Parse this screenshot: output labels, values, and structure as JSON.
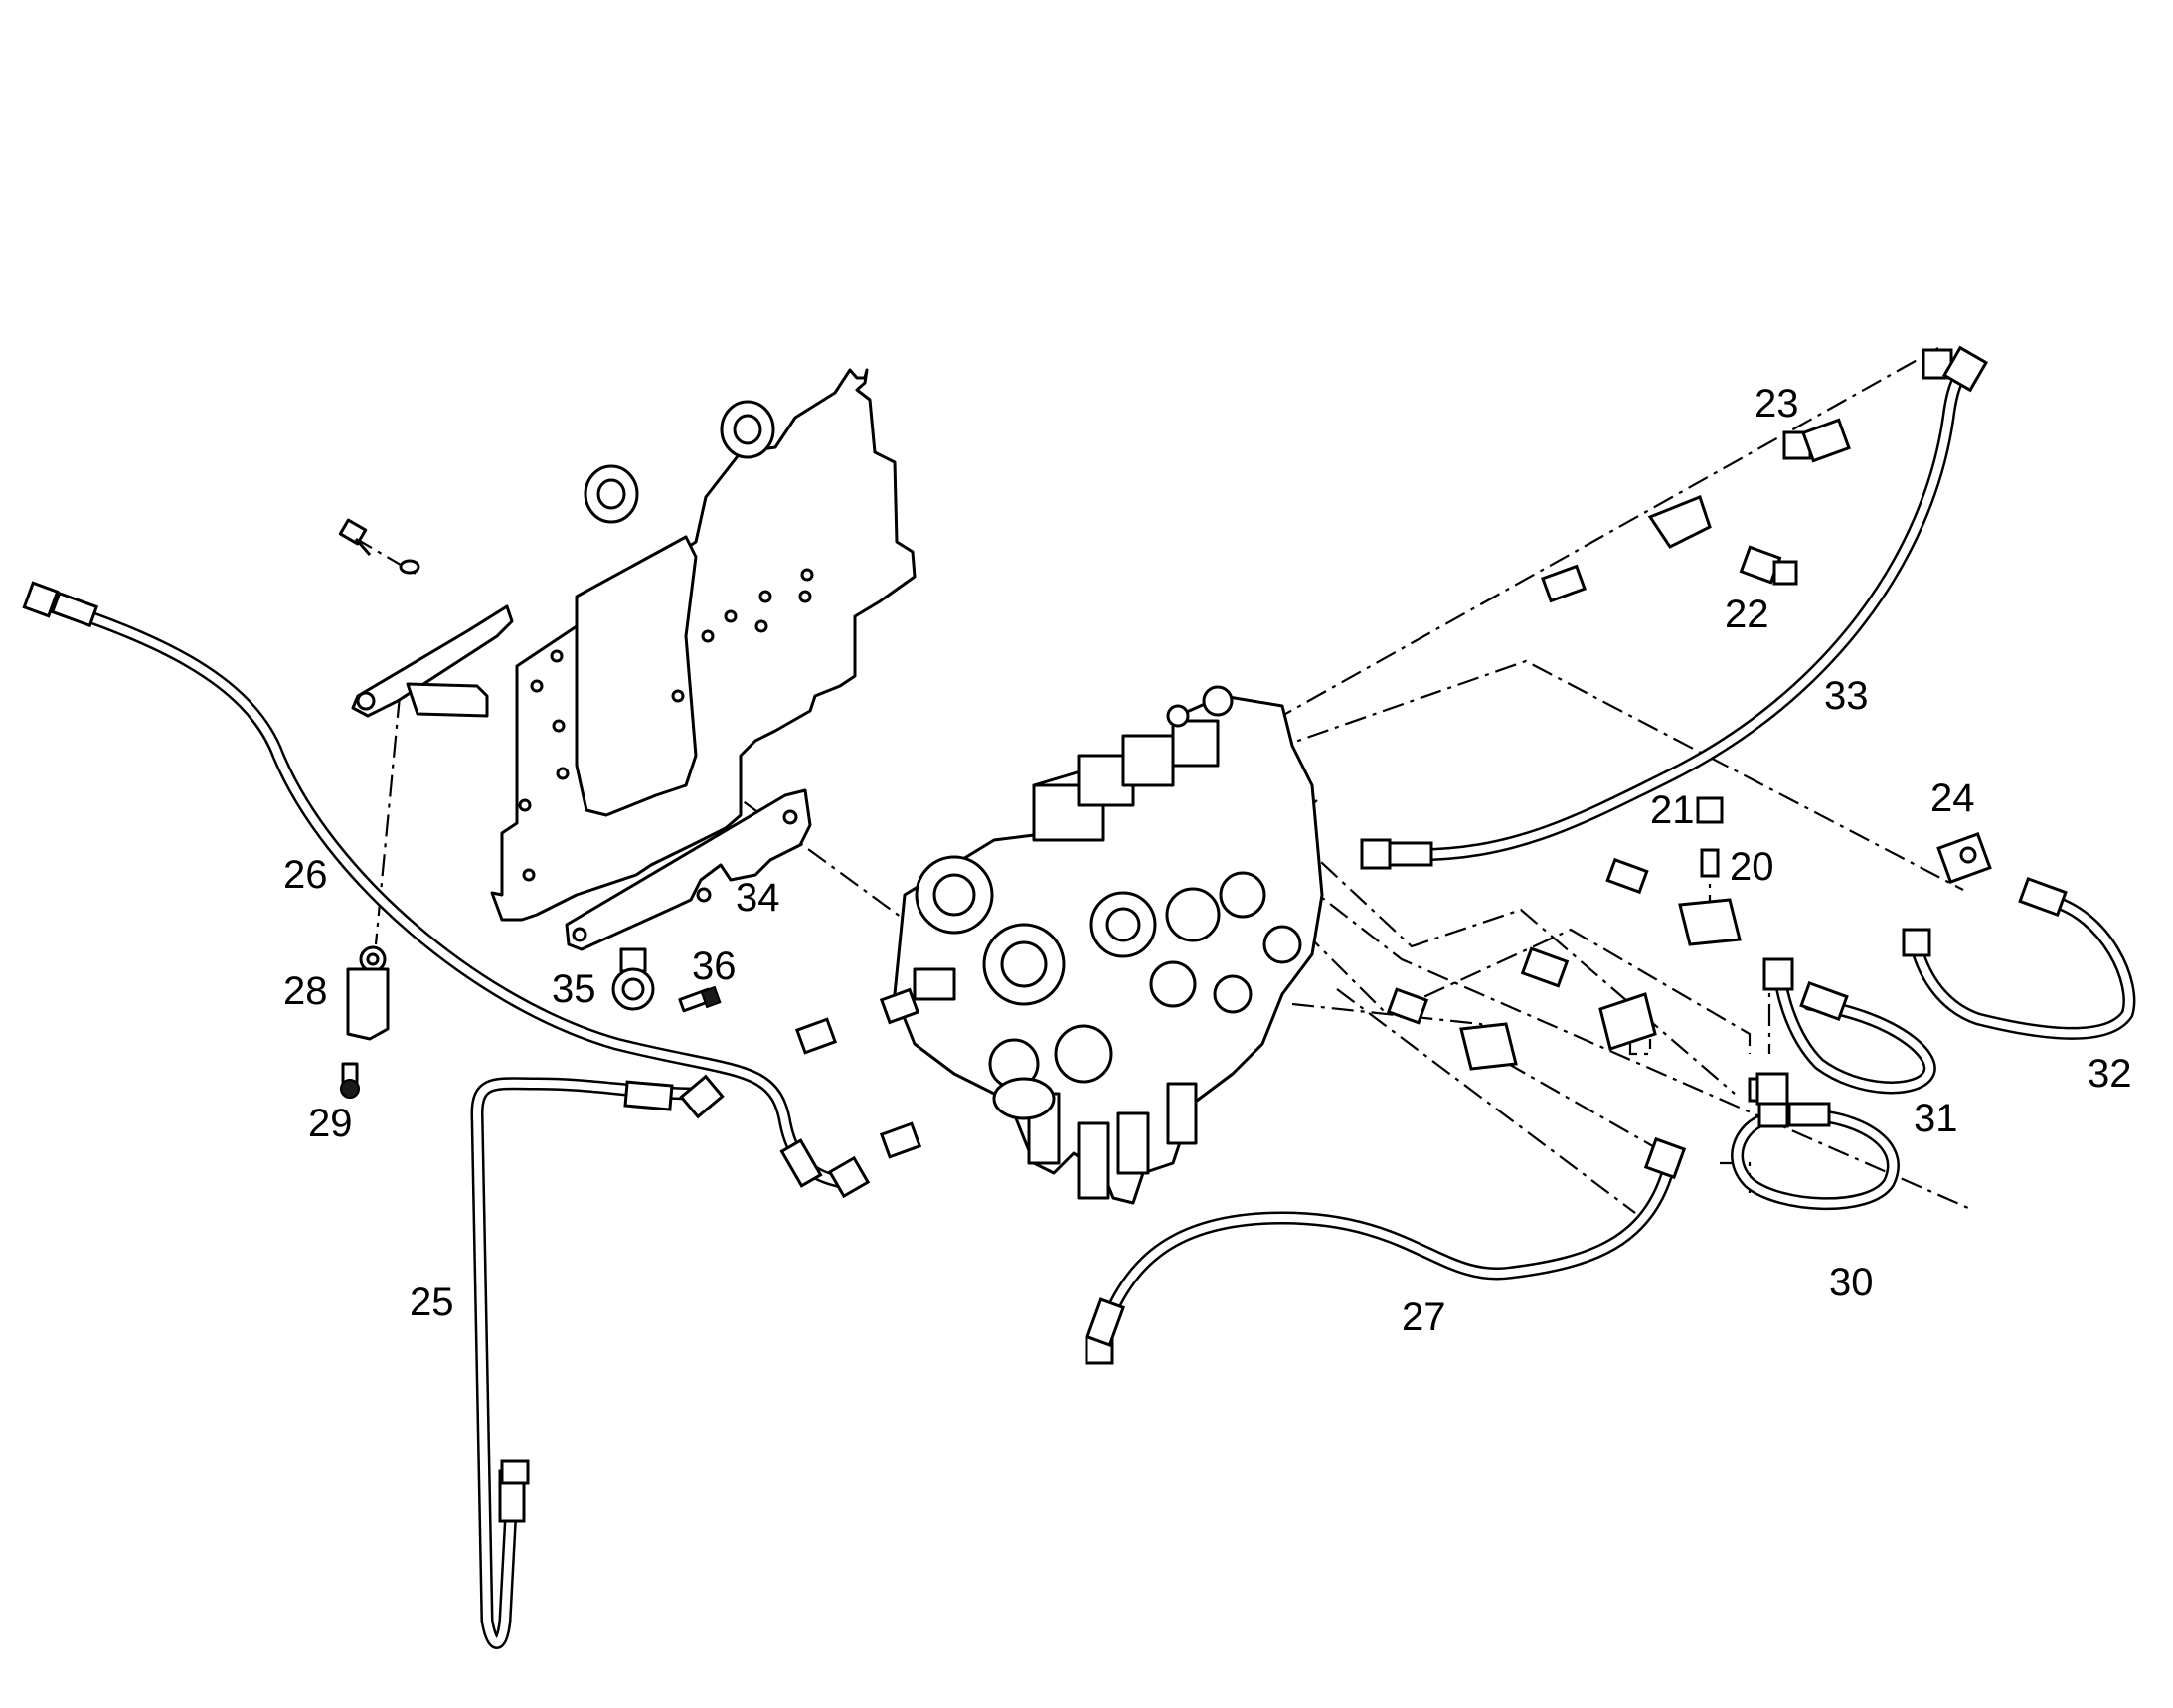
{
  "diagram": {
    "callouts": [
      {
        "id": "c20",
        "text": "20"
      },
      {
        "id": "c21",
        "text": "21"
      },
      {
        "id": "c22",
        "text": "22"
      },
      {
        "id": "c23",
        "text": "23"
      },
      {
        "id": "c24",
        "text": "24"
      },
      {
        "id": "c25",
        "text": "25"
      },
      {
        "id": "c26",
        "text": "26"
      },
      {
        "id": "c27",
        "text": "27"
      },
      {
        "id": "c28",
        "text": "28"
      },
      {
        "id": "c29",
        "text": "29"
      },
      {
        "id": "c30",
        "text": "30"
      },
      {
        "id": "c31",
        "text": "31"
      },
      {
        "id": "c32",
        "text": "32"
      },
      {
        "id": "c33",
        "text": "33"
      },
      {
        "id": "c34",
        "text": "34"
      },
      {
        "id": "c35",
        "text": "35"
      },
      {
        "id": "c36",
        "text": "36"
      }
    ],
    "colors": {
      "line": "#000000",
      "background": "#ffffff"
    }
  }
}
